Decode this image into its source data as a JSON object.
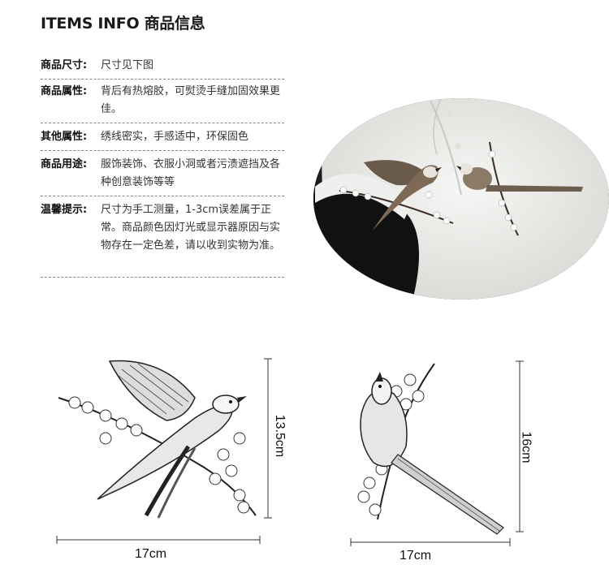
{
  "header": {
    "title": "ITEMS INFO 商品信息"
  },
  "info_rows": [
    {
      "label": "商品尺寸:",
      "value": "尺寸见下图"
    },
    {
      "label": "商品属性:",
      "value": "背后有热熔胶，可熨烫手缝加固效果更佳。"
    },
    {
      "label": "其他属性:",
      "value": "绣线密实，手感适中，环保固色"
    },
    {
      "label": "商品用途:",
      "value": "服饰装饰、衣服小洞或者污渍遮挡及各种创意装饰等等"
    },
    {
      "label": "温馨提示:",
      "value": "尺寸为手工测量，1-3cm误差属于正常。商品颜色因灯光或显示器原因与实物存在一定色差，请以收到实物为准。"
    }
  ],
  "measurements": {
    "left_width": "17cm",
    "left_height": "13.5cm",
    "right_width": "17cm",
    "right_height": "16cm"
  }
}
